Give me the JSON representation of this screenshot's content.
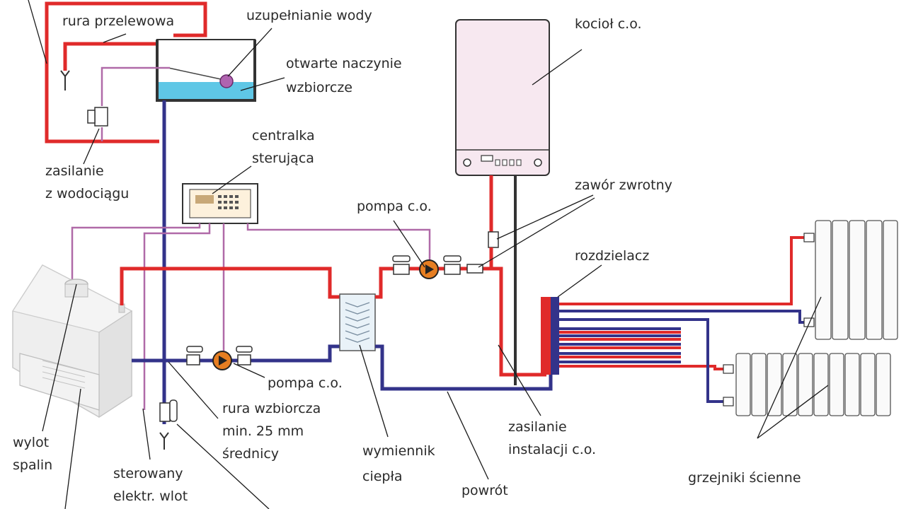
{
  "colors": {
    "supply": "#e02a2a",
    "return": "#33338a",
    "signal": "#b06aa8",
    "water": "#5fc7e6",
    "boiler_body": "#f7e8f0"
  },
  "labels": {
    "overflow_pipe": "rura przelewowa",
    "water_refill": "uzupełnianie wody",
    "open_vessel_1": "otwarte naczynie",
    "open_vessel_2": "wzbiorcze",
    "water_supply_1": "zasilanie",
    "water_supply_2": "z wodociągu",
    "control_unit_1": "centralka",
    "control_unit_2": "sterująca",
    "boiler": "kocioł c.o.",
    "check_valve": "zawór zwrotny",
    "pump_top": "pompa c.o.",
    "manifold": "rozdzielacz",
    "pump_bottom": "pompa c.o.",
    "expansion_pipe_1": "rura wzbiorcza",
    "expansion_pipe_2": "min. 25 mm",
    "expansion_pipe_3": "średnicy",
    "flue_outlet_1": "wylot",
    "flue_outlet_2": "spalin",
    "controlled_inlet_1": "sterowany",
    "controlled_inlet_2": "elektr. wlot",
    "heat_exchanger_1": "wymiennik",
    "heat_exchanger_2": "ciepła",
    "installation_supply_1": "zasilanie",
    "installation_supply_2": "instalacji c.o.",
    "return_from_installation": "powrót",
    "wall_radiators": "grzejniki ścienne"
  }
}
